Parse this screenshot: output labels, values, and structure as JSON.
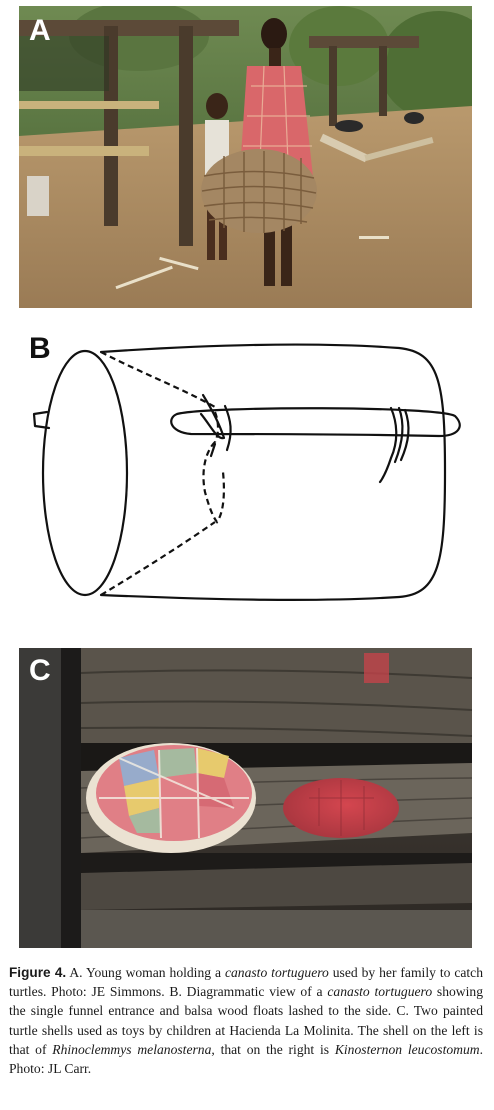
{
  "panels": {
    "a": {
      "label": "A",
      "description_icon": "photo-woman-with-basket"
    },
    "b": {
      "label": "B",
      "description_icon": "line-drawing-basket-trap"
    },
    "c": {
      "label": "C",
      "description_icon": "photo-painted-turtle-shells"
    }
  },
  "caption": {
    "figure_label": "Figure 4.",
    "parts": [
      {
        "text": " A. Young woman holding a ",
        "italic": false
      },
      {
        "text": "canasto tortuguero",
        "italic": true
      },
      {
        "text": " used by her family to catch turtles. Photo: JE Simmons. B. Diagrammatic view of a ",
        "italic": false
      },
      {
        "text": "canasto tortuguero",
        "italic": true
      },
      {
        "text": " showing the single funnel entrance and balsa wood floats lashed to the side. C. Two painted turtle shells used as toys by children at Hacienda La Molinita. The shell on the left is that of ",
        "italic": false
      },
      {
        "text": "Rhinoclemmys melanosterna",
        "italic": true
      },
      {
        "text": ", that on the right is ",
        "italic": false
      },
      {
        "text": "Kinosternon leucostomum",
        "italic": true
      },
      {
        "text": ". Photo: JL Carr.",
        "italic": false
      }
    ]
  },
  "colors": {
    "caption_text": "#1a1a1a",
    "ground": "#a98a62",
    "foliage": "#3e5a2c",
    "dress": "#d9676a",
    "shell_left_pink": "#e07f86",
    "shell_left_yellow": "#e8d36a",
    "shell_left_blue": "#8fb0d3",
    "shell_right": "#c04a55",
    "wood_dark": "#3a3530"
  }
}
